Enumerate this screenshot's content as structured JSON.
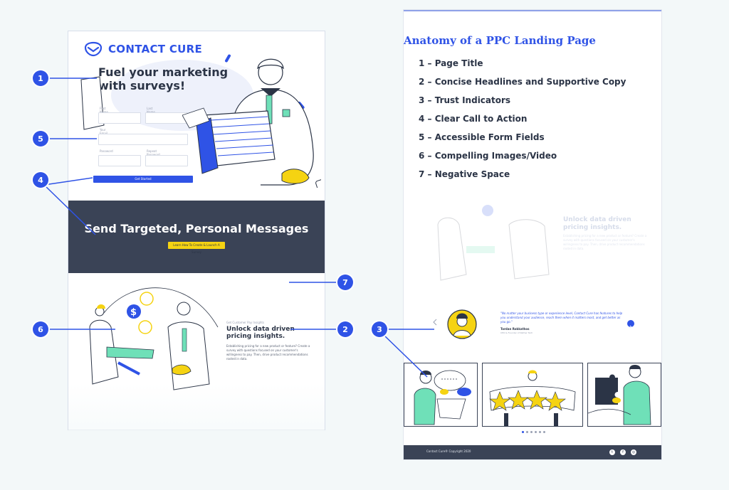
{
  "landing": {
    "brand_name": "CONTACT CURE",
    "hero_title": "Fuel your marketing with surveys!",
    "form": {
      "first_name_label": "First Name",
      "last_name_label": "Last Name",
      "email_label": "Your Email",
      "password_label": "Password",
      "repeat_password_label": "Repeat Password",
      "submit_label": "Get Started"
    },
    "dark_section": {
      "title": "Send Targeted, Personal Messages",
      "button_label": "Learn How To Create & Launch A Survey"
    },
    "pricing_section": {
      "eyebrow": "Get Customer Pay Insights",
      "title": "Unlock data driven pricing insights.",
      "body": "Establishing pricing for a new product or feature? Create a survey with questions focused on your customer's willingness to pay. Then, drive product recommendations rooted in data."
    }
  },
  "anatomy": {
    "title": "Anatomy of a PPC Landing Page",
    "items": [
      "1 – Page Title",
      "2 – Concise Headlines and Supportive Copy",
      "3 – Trust Indicators",
      "4 – Clear Call to Action",
      "5 – Accessible Form Fields",
      "6 – Compelling Images/Video",
      "7 – Negative Space"
    ]
  },
  "markers": [
    "1",
    "5",
    "4",
    "7",
    "6",
    "2",
    "3"
  ],
  "right_page": {
    "ghost_title": "Unlock data driven pricing insights.",
    "ghost_body": "Establishing pricing for a new product or feature? Create a survey with questions focused on your customer's willingness to pay. Then, drive product recommendations rooted in data.",
    "testimonial": {
      "quote": "\"No matter your business type or experience level, Contact Cure has features to help you understand your audience, reach them when it matters most, and get better as you go.\"",
      "author": "Tordan Rokkathos",
      "role": "CEO & Founder of Rather Tech"
    },
    "footer_text": "Contact Cure® Copyright 2020",
    "social_icons": [
      "twitter-icon",
      "facebook-icon",
      "instagram-icon"
    ]
  },
  "colors": {
    "accent": "#2f53e6",
    "dark": "#3a4356",
    "yellow": "#f5d312",
    "mint": "#6fe0b8",
    "background": "#f3f8f9"
  }
}
